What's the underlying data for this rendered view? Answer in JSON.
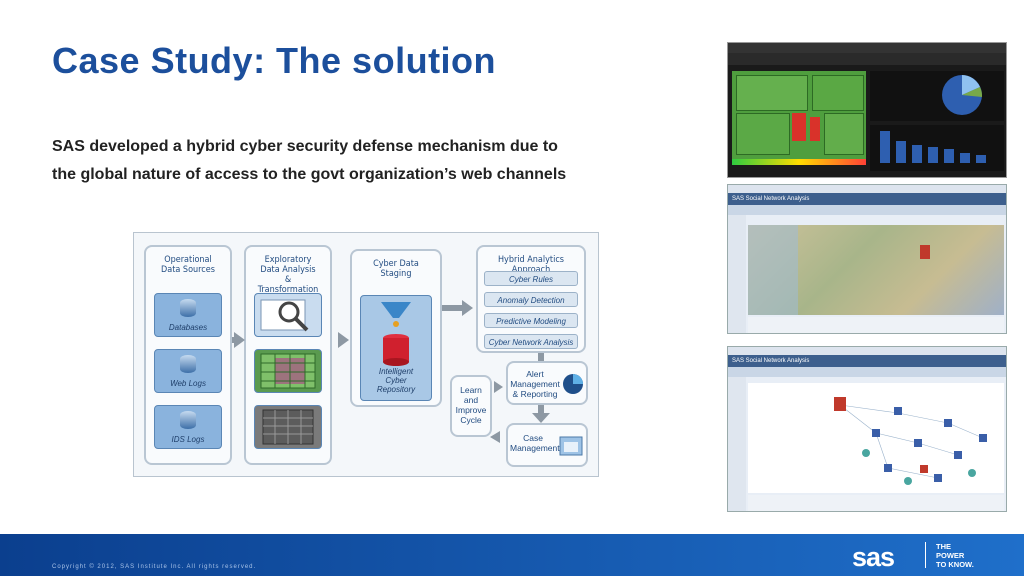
{
  "slide": {
    "title": "Case Study:  The solution",
    "body_line1": "SAS developed a hybrid cyber security defense mechanism due to",
    "body_line2": "the global nature of access to the govt organization’s web channels"
  },
  "diagram": {
    "col1_title": "Operational Data Sources",
    "col1_items": [
      "Databases",
      "Web Logs",
      "IDS Logs"
    ],
    "col2_title": "Exploratory Data Analysis & Transformation",
    "col3_title": "Cyber Data Staging",
    "col3_item": "Intelligent Cyber Repository",
    "col4_title": "Hybrid Analytics Approach",
    "col4_items": [
      "Cyber Rules",
      "Anomaly Detection",
      "Predictive Modeling",
      "Cyber Network Analysis"
    ],
    "alert_label": "Alert Management & Reporting",
    "learn_label": "Learn and Improve Cycle",
    "case_label": "Case Management"
  },
  "screens": {
    "net1_title": "SAS Social Network Analysis",
    "net2_title": "SAS Social Network Analysis"
  },
  "footer": {
    "copyright": "Copyright © 2012, SAS Institute Inc. All rights reserved.",
    "logo": "sas",
    "tagline1": "THE",
    "tagline2": "POWER",
    "tagline3": "TO KNOW."
  },
  "colors": {
    "title": "#1c4f9c",
    "footer_start": "#0b3f8e",
    "footer_end": "#1f6fca"
  }
}
